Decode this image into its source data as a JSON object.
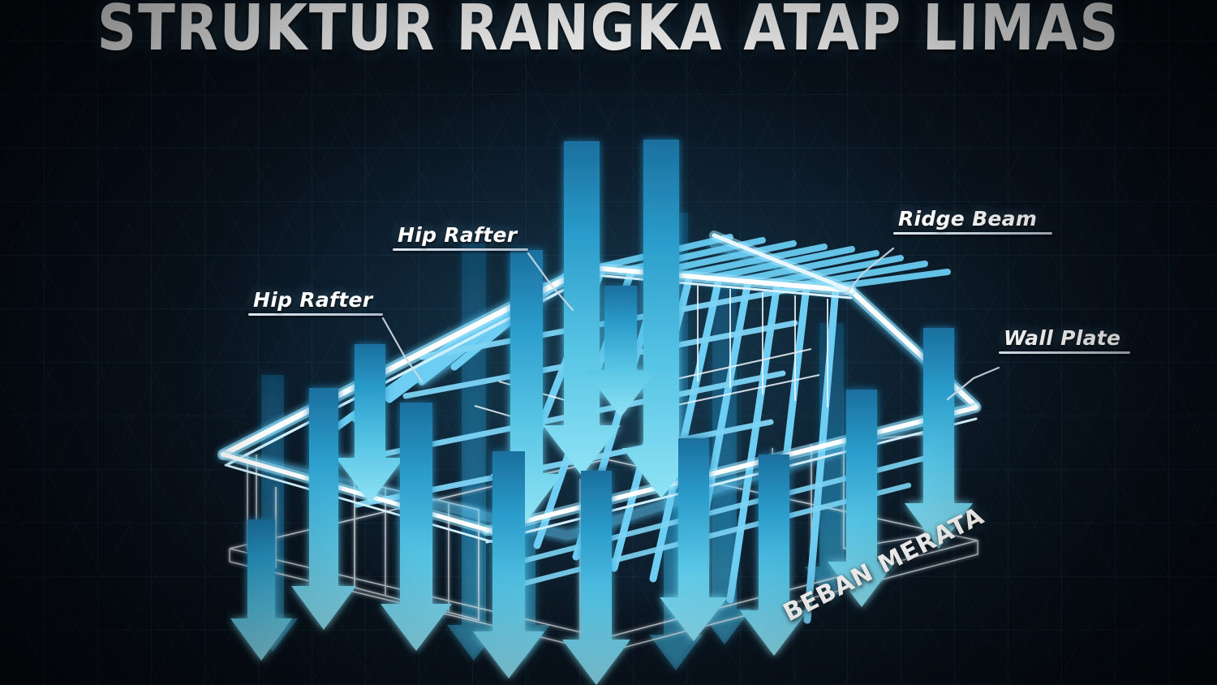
{
  "title": "STRUKTUR RANGKA ATAP LIMAS",
  "labels": {
    "ridge_beam": "Ridge Beam",
    "wall_plate": "Wall Plate",
    "hip_rafter_upper": "Hip Rafter",
    "hip_rafter_lower": "Hip Rafter",
    "beban_merata": "BEBAN MERATA"
  },
  "colors": {
    "background": "#080f18",
    "grid_line": "#1d3a47",
    "frame_glow": "#6ec9ef",
    "frame_core": "#ffffff",
    "arrow_top": "#1f8cc2",
    "arrow_bottom": "#7fdcf2",
    "label_text": "#ffffff",
    "leader_line": "#cdd9e4",
    "wall_wireframe": "#e8eef4"
  },
  "diagram": {
    "type": "isometric-wireframe",
    "subject": "hip roof truss frame (atap limas)",
    "load_arrows_count": 16,
    "arrow_direction": "downward",
    "members": [
      "ridge beam",
      "hip rafter",
      "common rafter",
      "purlin",
      "wall plate",
      "wall frame"
    ]
  }
}
